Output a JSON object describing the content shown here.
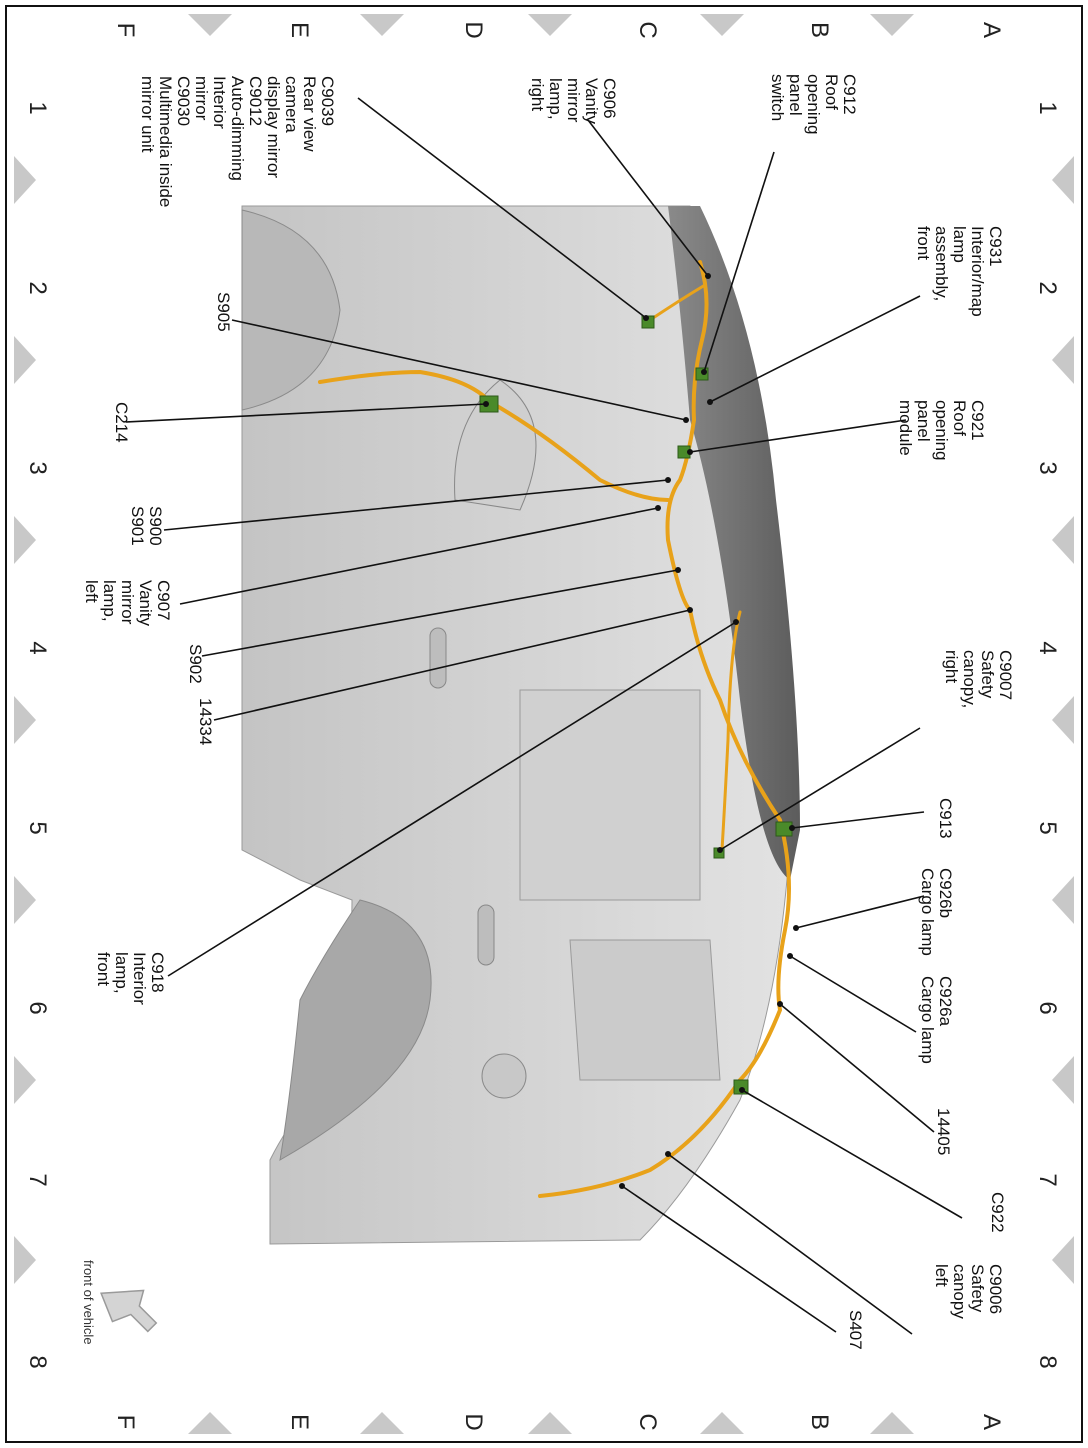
{
  "grid": {
    "columns": [
      "1",
      "2",
      "3",
      "4",
      "5",
      "6",
      "7",
      "8"
    ],
    "rows": [
      "A",
      "B",
      "C",
      "D",
      "E",
      "F"
    ]
  },
  "front_indicator": {
    "label": "front of vehicle",
    "icon": "arrow-icon"
  },
  "callouts": [
    {
      "id": "c931",
      "lines": [
        "C931",
        "Interior/map",
        "lamp",
        "assembly,",
        "front"
      ]
    },
    {
      "id": "c912",
      "lines": [
        "C912",
        "Roof",
        "opening",
        "panel",
        "switch"
      ]
    },
    {
      "id": "c906",
      "lines": [
        "C906",
        "Vanity",
        "mirror",
        "lamp,",
        "right"
      ]
    },
    {
      "id": "c9039",
      "lines": [
        "C9039",
        "Rear view",
        "camera",
        "display mirror",
        "C9012",
        "Auto-dimming",
        "Interior",
        "mirror",
        "C9030",
        "Multimedia inside",
        "mirror unit"
      ]
    },
    {
      "id": "s905",
      "lines": [
        "S905"
      ]
    },
    {
      "id": "c921",
      "lines": [
        "C921",
        "Roof",
        "opening",
        "panel",
        "module"
      ]
    },
    {
      "id": "c214",
      "lines": [
        "C214"
      ]
    },
    {
      "id": "s900",
      "lines": [
        "S900",
        "S901"
      ]
    },
    {
      "id": "c907",
      "lines": [
        "C907",
        "Vanity",
        "mirror",
        "lamp,",
        "left"
      ]
    },
    {
      "id": "s902",
      "lines": [
        "S902"
      ]
    },
    {
      "id": "n14334",
      "lines": [
        "14334"
      ]
    },
    {
      "id": "c9007",
      "lines": [
        "C9007",
        "Safety",
        "canopy,",
        "right"
      ]
    },
    {
      "id": "c913",
      "lines": [
        "C913"
      ]
    },
    {
      "id": "c926b",
      "lines": [
        "C926b",
        "Cargo lamp"
      ]
    },
    {
      "id": "c926a",
      "lines": [
        "C926a",
        "Cargo lamp"
      ]
    },
    {
      "id": "n14405",
      "lines": [
        "14405"
      ]
    },
    {
      "id": "c918",
      "lines": [
        "C918",
        "Interior",
        "lamp,",
        "front"
      ]
    },
    {
      "id": "c922",
      "lines": [
        "C922"
      ]
    },
    {
      "id": "c9006",
      "lines": [
        "C9006",
        "Safety",
        "canopy",
        "left"
      ]
    },
    {
      "id": "s407",
      "lines": [
        "S407"
      ]
    }
  ],
  "colors": {
    "harness": "#e8a21a",
    "connector": "#4a8a2a",
    "body": "#d2d2d2",
    "roof": "#7a7a7a",
    "frame_diamond": "#c8c8c8"
  }
}
